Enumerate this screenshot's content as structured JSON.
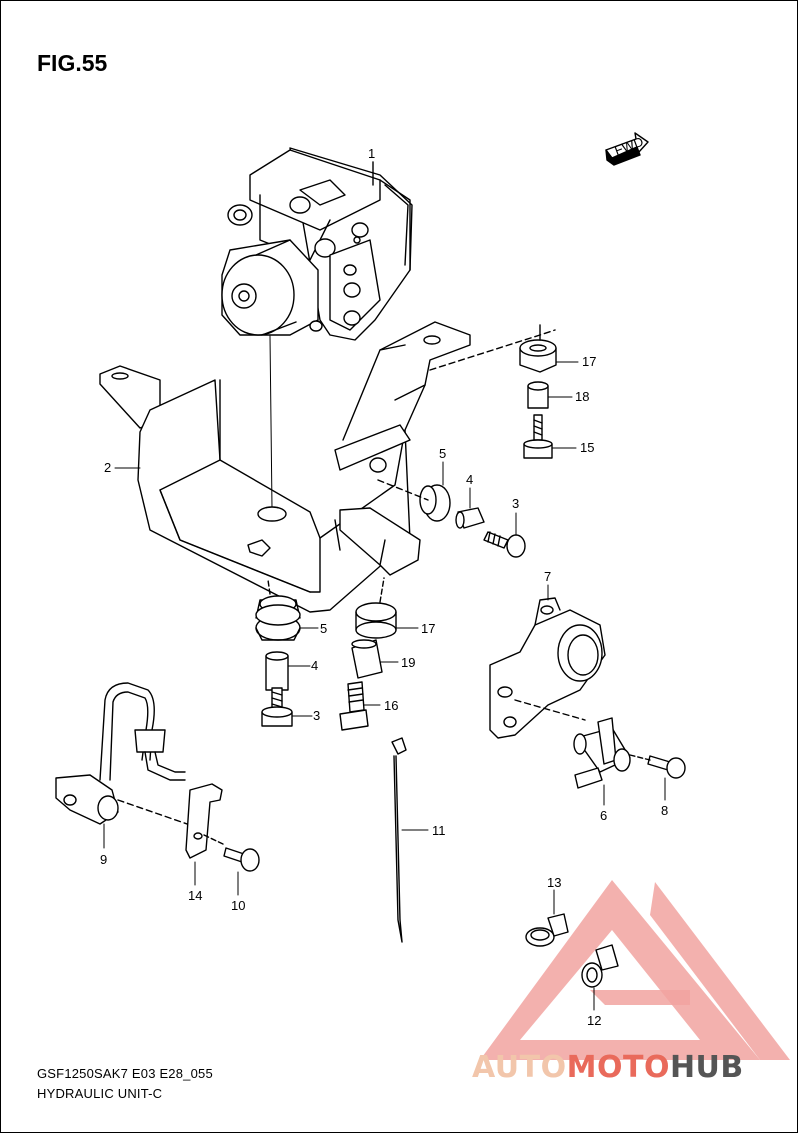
{
  "figure": {
    "title": "FIG.55",
    "fwd_label": "FWD"
  },
  "callouts": [
    "1",
    "2",
    "3",
    "4",
    "5",
    "6",
    "7",
    "8",
    "9",
    "10",
    "11",
    "12",
    "13",
    "14",
    "15",
    "16",
    "17",
    "18",
    "19"
  ],
  "footer": {
    "code": "GSF1250SAK7 E03 E28_055",
    "name": "HYDRAULIC UNIT-C"
  },
  "watermark": {
    "part1": "AUTO",
    "part2": "MOTO",
    "part3": "HUB",
    "color_light": "#f2c6ab",
    "color_red": "#e96a5b",
    "color_grey": "#555555"
  }
}
